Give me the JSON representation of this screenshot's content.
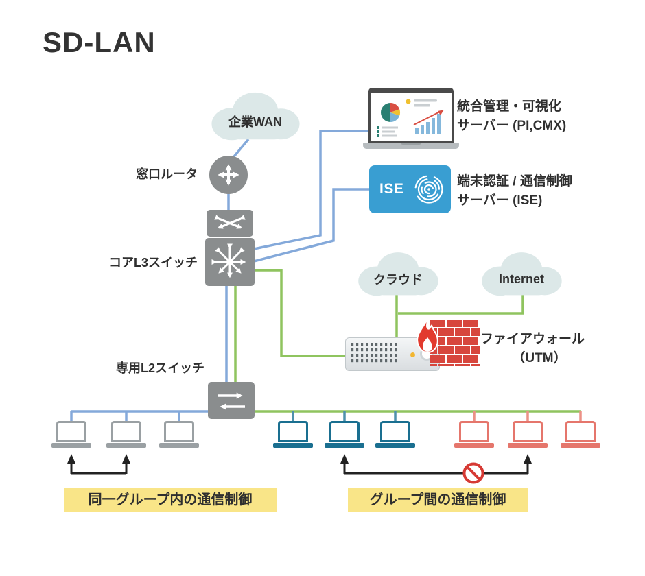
{
  "title": "SD-LAN",
  "diagram": {
    "wan_cloud": "企業WAN",
    "router": "窓口ルータ",
    "core_switch": "コアL3スイッチ",
    "l2_switch": "専用L2スイッチ",
    "mgmt_server_line1": "統合管理・可視化",
    "mgmt_server_line2": "サーバー (PI,CMX)",
    "ise_badge": "ISE",
    "ise_line1": "端末認証 / 通信制御",
    "ise_line2": "サーバー (ISE)",
    "cloud": "クラウド",
    "internet": "Internet",
    "firewall_line1": "ファイアウォール",
    "firewall_line2": "（UTM）",
    "intra_group_note": "同一グループ内の通信制御",
    "inter_group_note": "グループ間の通信制御"
  },
  "colors": {
    "blue_line": "#84a9da",
    "green_line": "#8fc45f",
    "drop_teal": "#4e91ac",
    "drop_red": "#ec9186",
    "device_gray": "#8a8d8e",
    "cloud_fill": "#dce8e8",
    "ise_blue": "#399ed2",
    "group_gray": "#9aa0a3",
    "group_blue": "#1a6f90",
    "group_red": "#e5766c",
    "note_yellow": "#f9e588",
    "brick_red": "#d7463d",
    "prohibit_red": "#d63a34"
  }
}
